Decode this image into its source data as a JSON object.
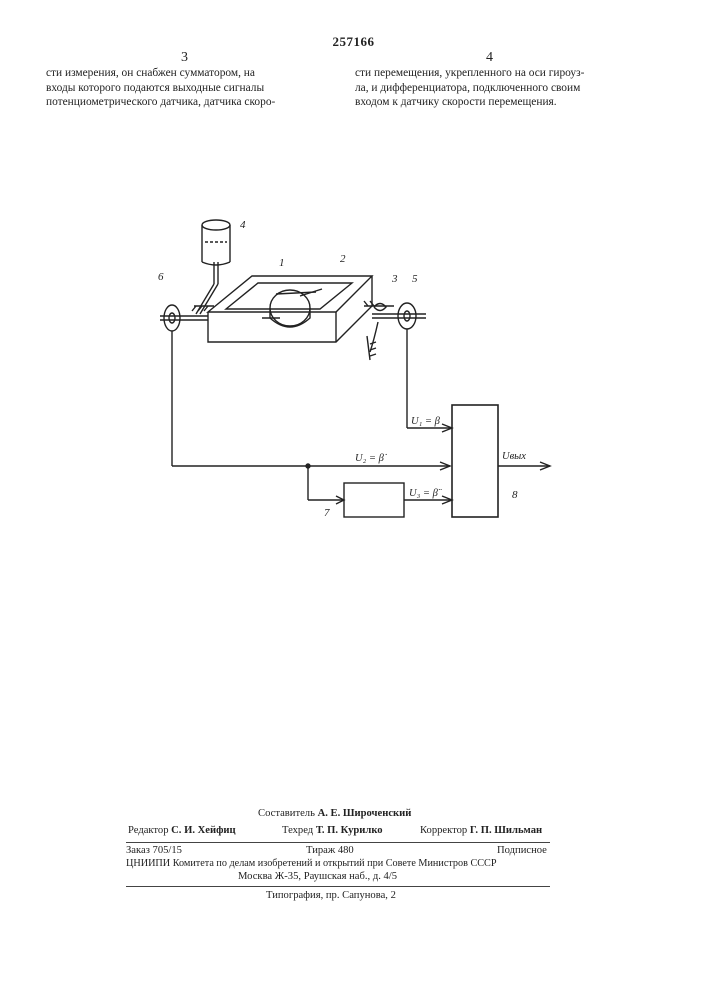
{
  "header": {
    "patent_number": "257166",
    "left_column_number": "3",
    "right_column_number": "4"
  },
  "body_text": {
    "left_lines": [
      "сти измерения, он снабжен сумматором, на",
      "входы которого подаются выходные сигналы",
      "потенциометрического датчика, датчика скоро-"
    ],
    "right_lines": [
      "сти перемещения, укрепленного на оси гироуз-",
      "ла, и дифференциатора, подключенного своим",
      "входом к датчику скорости перемещения."
    ]
  },
  "figure": {
    "part_labels": {
      "p1": "1",
      "p2": "2",
      "p3": "3",
      "p4": "4",
      "p5": "5",
      "p6": "6",
      "p7": "7",
      "p8": "8"
    },
    "signal_labels": {
      "u1": "U₁ = β",
      "u2": "U₂ = β̇",
      "u3": "U₃ = β̈",
      "out": "Uвых"
    }
  },
  "footer": {
    "compiler_prefix": "Составитель",
    "compiler_name": "А. Е. Широченский",
    "editor_prefix": "Редактор",
    "editor_name": "С. И. Хейфиц",
    "techred_prefix": "Техред",
    "techred_name": "Т. П. Курилко",
    "corrector_prefix": "Корректор",
    "corrector_name": "Г. П. Шильман",
    "order": "Заказ 705/15",
    "circulation": "Тираж 480",
    "subscription": "Подписное",
    "institute": "ЦНИИПИ Комитета по делам изобретений и открытий при Совете Министров СССР",
    "address": "Москва Ж-35, Раушская наб., д. 4/5",
    "printer": "Типография, пр. Сапунова, 2"
  }
}
